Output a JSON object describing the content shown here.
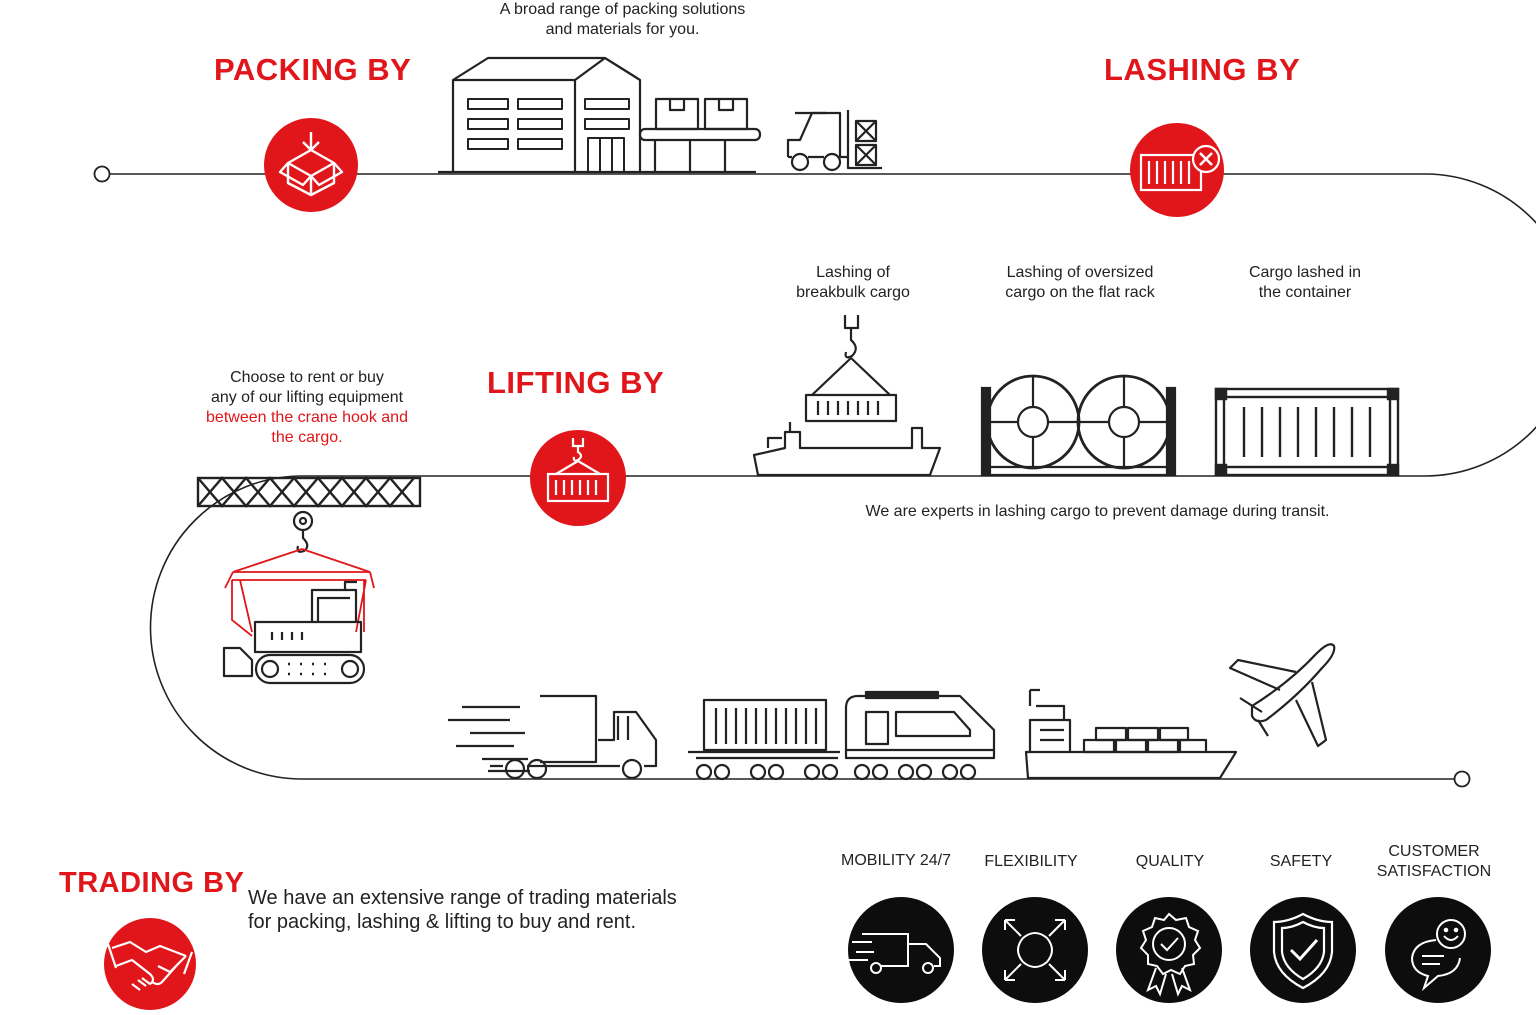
{
  "packing": {
    "title": "PACKING BY",
    "desc": [
      "A broad range of packing solutions",
      "and materials for you."
    ]
  },
  "lashing": {
    "title": "LASHING  BY",
    "items": [
      {
        "lines": [
          "Lashing of",
          "breakbulk cargo"
        ]
      },
      {
        "lines": [
          "Lashing of oversized",
          "cargo on the flat rack"
        ]
      },
      {
        "lines": [
          "Cargo lashed in",
          "the container"
        ]
      }
    ],
    "desc": "We are experts in lashing cargo to prevent damage during transit."
  },
  "lifting": {
    "title": "LIFTING BY",
    "desc": [
      "Choose to rent or buy",
      "any of our lifting equipment"
    ],
    "desc_highlight": [
      "between the crane hook and",
      "the cargo."
    ]
  },
  "trading": {
    "title": "TRADING BY",
    "desc": [
      "We have an extensive range of trading materials",
      "for packing, lashing & lifting to buy and rent."
    ]
  },
  "values": [
    {
      "label": [
        "MOBILITY 24/7"
      ],
      "icon": "truck-icon"
    },
    {
      "label": [
        "FLEXIBILITY"
      ],
      "icon": "arrows-expand-icon"
    },
    {
      "label": [
        "QUALITY"
      ],
      "icon": "quality-badge-icon"
    },
    {
      "label": [
        "SAFETY"
      ],
      "icon": "shield-check-icon"
    },
    {
      "label": [
        "CUSTOMER",
        "SATISFACTION"
      ],
      "icon": "chat-smile-icon"
    }
  ],
  "colors": {
    "accent": "#e0161b",
    "line": "#222222",
    "dark": "#0d0d0d"
  }
}
